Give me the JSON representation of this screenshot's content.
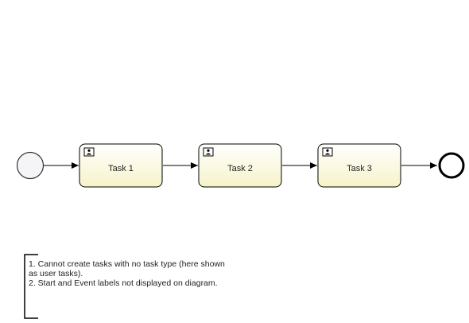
{
  "diagram": {
    "tasks": [
      {
        "label": "Task 1",
        "type_icon": "user-task-icon"
      },
      {
        "label": "Task 2",
        "type_icon": "user-task-icon"
      },
      {
        "label": "Task 3",
        "type_icon": "user-task-icon"
      }
    ],
    "start_event": {
      "label": ""
    },
    "end_event": {
      "label": ""
    },
    "annotation": {
      "line1": "1. Cannot create tasks with no task type (here shown",
      "line2": "as user tasks).",
      "line3": "2. Start and Event labels not displayed on diagram."
    },
    "colors": {
      "task_fill_top": "#ffffff",
      "task_fill_bottom": "#f6f3c8",
      "stroke": "#000000",
      "start_fill": "#f5f5f7"
    }
  }
}
